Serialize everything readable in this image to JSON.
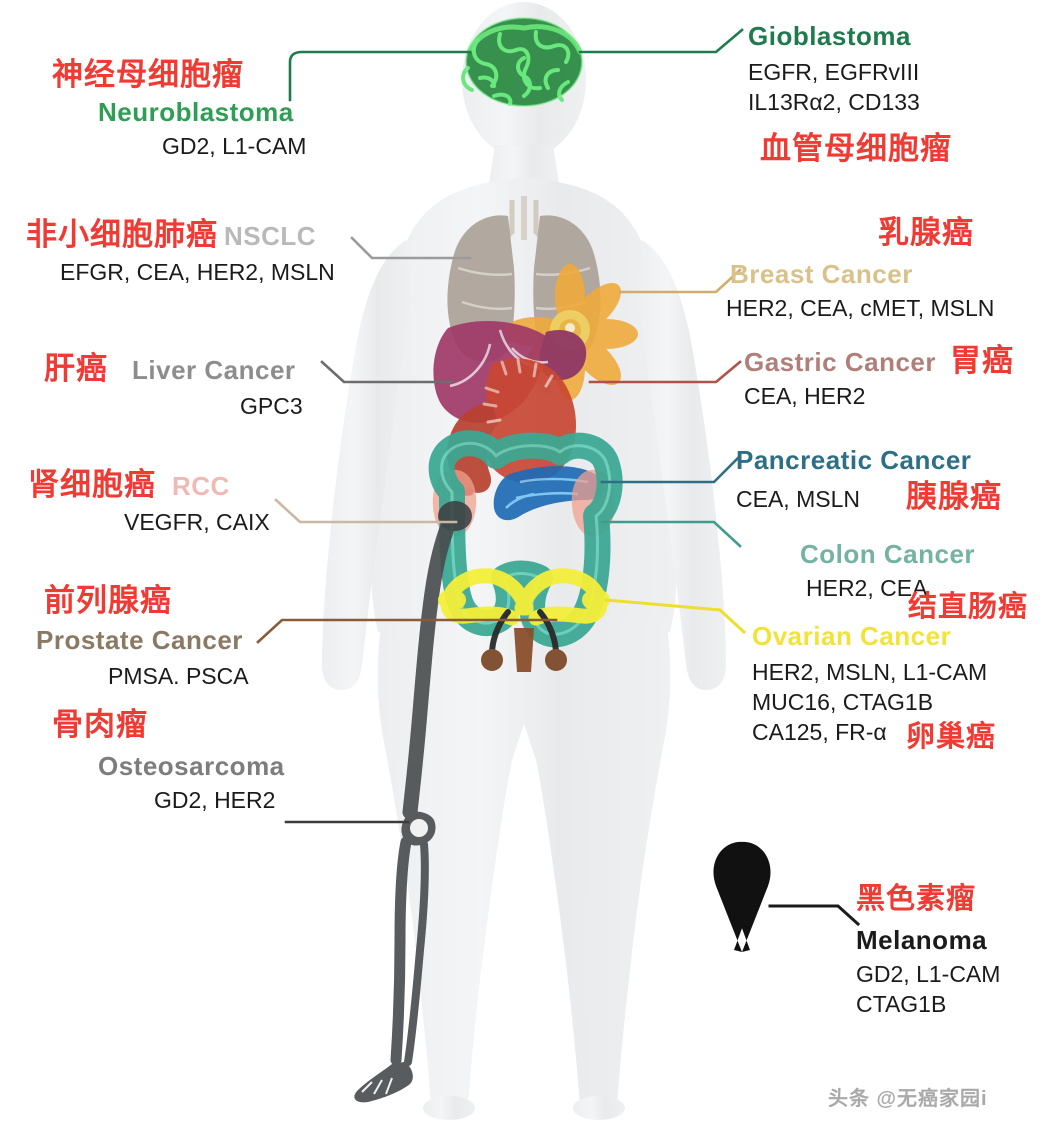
{
  "figure": {
    "title": "CAR-T target antigens by cancer type (human body diagram)",
    "watermark": "头条 @无癌家园i"
  },
  "colors": {
    "chinese_red": "#ef3b33",
    "glioblastoma": "#1f7a4d",
    "neuroblastoma": "#2e9e55",
    "nsclc": "#b9b9b9",
    "breast": "#d9c18a",
    "liver": "#8d8d8d",
    "gastric": "#b07f7a",
    "rcc": "#f0b9b4",
    "pancreatic": "#2e6f86",
    "colon": "#74b2a2",
    "prostate": "#8a7a63",
    "ovarian": "#f2e33a",
    "osteosarcoma": "#7d7d7d",
    "melanoma": "#1b1b1b"
  },
  "labels": [
    {
      "id": "neuroblastoma",
      "cn": "神经母细胞瘤",
      "en": "Neuroblastoma",
      "markers": [
        "GD2, L1-CAM"
      ],
      "side": "left"
    },
    {
      "id": "glioblastoma",
      "cn": "血管母细胞瘤",
      "en": "Gioblastoma",
      "markers": [
        "EGFR, EGFRvIII",
        "IL13Rα2, CD133"
      ],
      "side": "right"
    },
    {
      "id": "nsclc",
      "cn": "非小细胞肺癌",
      "en": "NSCLC",
      "markers": [
        "EFGR, CEA, HER2, MSLN"
      ],
      "side": "left"
    },
    {
      "id": "breast",
      "cn": "乳腺癌",
      "en": "Breast Cancer",
      "markers": [
        "HER2, CEA, cMET, MSLN"
      ],
      "side": "right"
    },
    {
      "id": "liver",
      "cn": "肝癌",
      "en": "Liver Cancer",
      "markers": [
        "GPC3"
      ],
      "side": "left"
    },
    {
      "id": "gastric",
      "cn": "胃癌",
      "en": "Gastric Cancer",
      "markers": [
        "CEA, HER2"
      ],
      "side": "right"
    },
    {
      "id": "rcc",
      "cn": "肾细胞癌",
      "en": "RCC",
      "markers": [
        "VEGFR, CAIX"
      ],
      "side": "left"
    },
    {
      "id": "pancreatic",
      "cn": "胰腺癌",
      "en": "Pancreatic Cancer",
      "markers": [
        "CEA, MSLN"
      ],
      "side": "right"
    },
    {
      "id": "colon",
      "cn": "结直肠癌",
      "en": "Colon Cancer",
      "markers": [
        "HER2, CEA"
      ],
      "side": "right"
    },
    {
      "id": "prostate",
      "cn": "前列腺癌",
      "en": "Prostate Cancer",
      "markers": [
        "PMSA. PSCA"
      ],
      "side": "left"
    },
    {
      "id": "ovarian",
      "cn": "卵巢癌",
      "en": "Ovarian Cancer",
      "markers": [
        "HER2, MSLN, L1-CAM",
        "MUC16, CTAG1B",
        "CA125, FR-α"
      ],
      "side": "right"
    },
    {
      "id": "osteosarcoma",
      "cn": "骨肉瘤",
      "en": "Osteosarcoma",
      "markers": [
        "GD2, HER2"
      ],
      "side": "left"
    },
    {
      "id": "melanoma",
      "cn": "黑色素瘤",
      "en": "Melanoma",
      "markers": [
        "GD2, L1-CAM",
        "CTAG1B"
      ],
      "side": "right"
    }
  ],
  "organs": [
    {
      "id": "brain",
      "name": "brain"
    },
    {
      "id": "lungs",
      "name": "lungs"
    },
    {
      "id": "breast",
      "name": "breast-flower"
    },
    {
      "id": "liver",
      "name": "liver"
    },
    {
      "id": "stomach",
      "name": "stomach"
    },
    {
      "id": "pancreas",
      "name": "pancreas"
    },
    {
      "id": "colon",
      "name": "colon"
    },
    {
      "id": "kidneys",
      "name": "kidneys"
    },
    {
      "id": "ovaries",
      "name": "ovaries-uterus"
    },
    {
      "id": "prostate",
      "name": "prostate"
    },
    {
      "id": "leg-bone",
      "name": "leg-bones"
    },
    {
      "id": "ribbon",
      "name": "awareness-ribbon"
    }
  ]
}
